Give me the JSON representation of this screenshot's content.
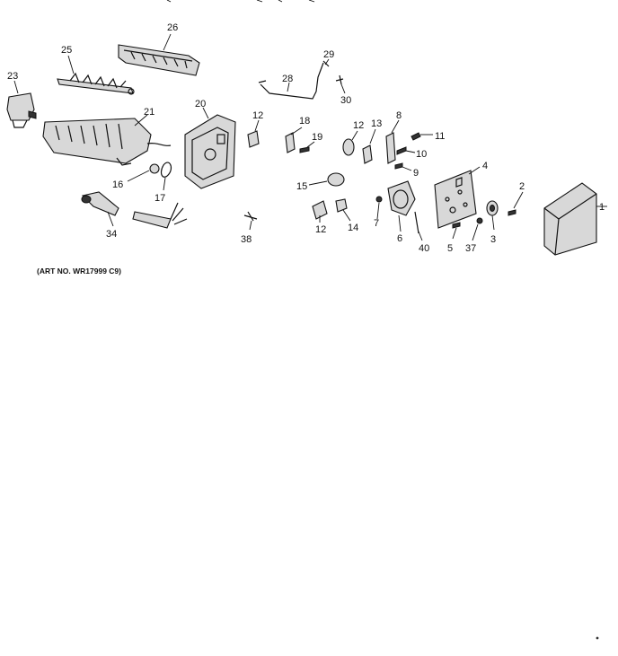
{
  "diagram": {
    "caption": "(ART NO. WR17999 C9)",
    "callouts": {
      "p1": "1",
      "p2": "2",
      "p3": "3",
      "p4": "4",
      "p5": "5",
      "p6": "6",
      "p7": "7",
      "p8": "8",
      "p9": "9",
      "p10": "10",
      "p11": "11",
      "p12a": "12",
      "p12b": "12",
      "p12c": "12",
      "p13": "13",
      "p14": "14",
      "p15": "15",
      "p16": "16",
      "p17": "17",
      "p18": "18",
      "p19": "19",
      "p20": "20",
      "p21": "21",
      "p23": "23",
      "p25": "25",
      "p26": "26",
      "p28": "28",
      "p29": "29",
      "p30": "30",
      "p34": "34",
      "p37": "37",
      "p38": "38",
      "p40": "40"
    }
  }
}
